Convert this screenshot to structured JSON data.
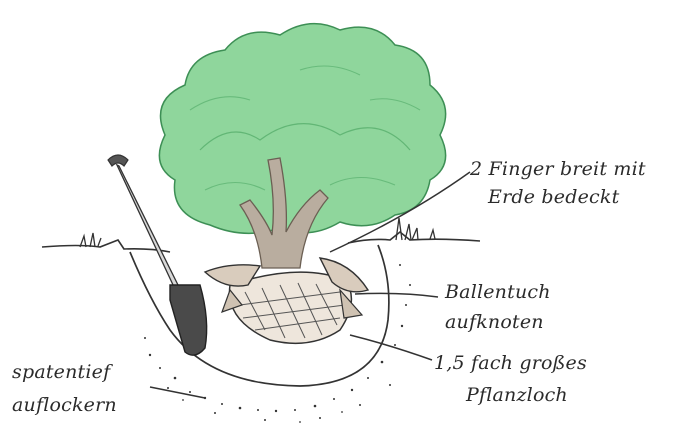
{
  "labels": {
    "top_right_line1": "2 Finger breit mit",
    "top_right_line2": "Erde bedeckt",
    "mid_right_line1": "Ballentuch",
    "mid_right_line2": "aufknoten",
    "low_right_line1": "1,5 fach großes",
    "low_right_line2": "Pflanzloch",
    "left_line1": "spatentief",
    "left_line2": "auflockern"
  },
  "colors": {
    "ink": "#2b2b2b",
    "foliage": "#7fcf8f",
    "foliage_dark": "#4fa865",
    "trunk": "#a89a8c",
    "spade": "#5a5a5a"
  },
  "icons": [
    "tree",
    "spade",
    "root-ball",
    "planting-hole"
  ]
}
